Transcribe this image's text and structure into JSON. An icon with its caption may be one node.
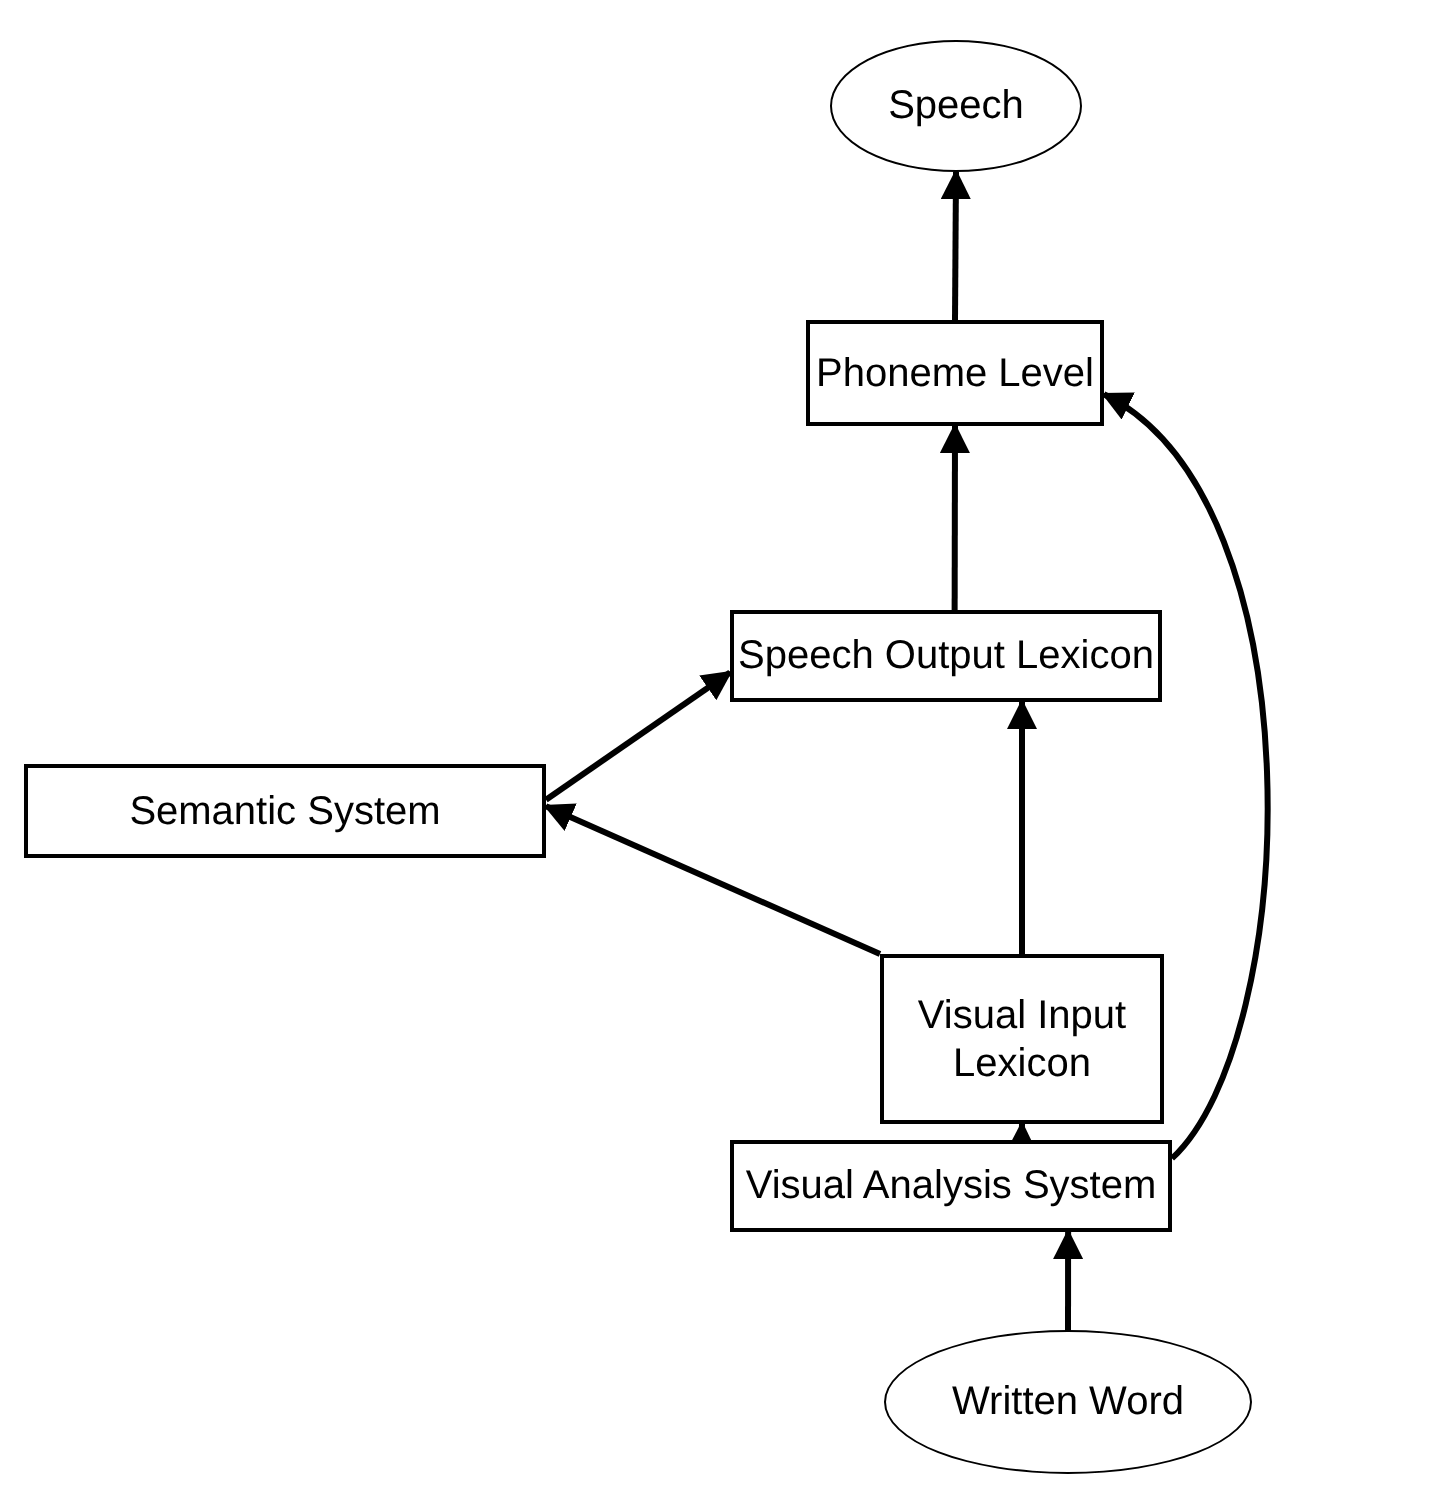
{
  "diagram": {
    "nodes": [
      {
        "text": [
          "Speech"
        ]
      },
      {
        "text": [
          "Phoneme Level"
        ]
      },
      {
        "text": [
          "Speech Output Lexicon"
        ]
      },
      {
        "text": [
          "Semantic System"
        ]
      },
      {
        "text": [
          "Visual Input Lexicon"
        ]
      },
      {
        "text": [
          "Visual Analysis System"
        ]
      },
      {
        "text": [
          "Written Word"
        ]
      }
    ],
    "edges": [
      {
        "from": 6,
        "to": 5,
        "arrow": "to"
      },
      {
        "from": 5,
        "to": 4,
        "arrow": "to"
      },
      {
        "from": 4,
        "to": 2,
        "arrow": "to"
      },
      {
        "from": 4,
        "to": 3,
        "arrow": "to"
      },
      {
        "from": 3,
        "to": 2,
        "arrow": "to"
      },
      {
        "from": 2,
        "to": 1,
        "arrow": "to"
      },
      {
        "from": 1,
        "to": 0,
        "arrow": "to"
      },
      {
        "from": 5,
        "to": 1,
        "arrow": "to"
      }
    ]
  }
}
